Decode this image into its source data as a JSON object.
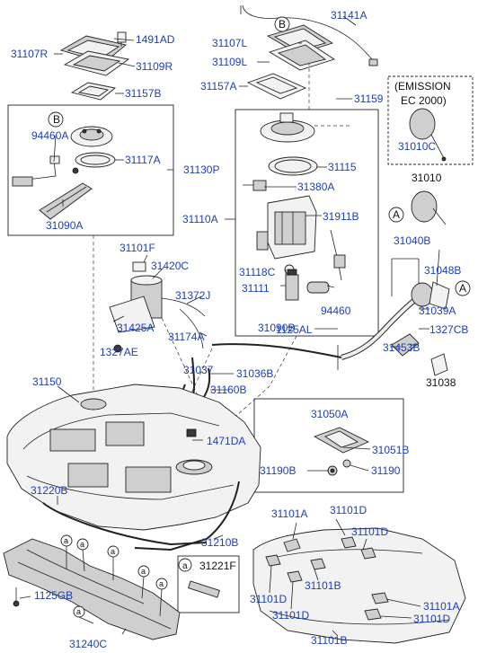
{
  "callout": {
    "emission_line1": "(EMISSION",
    "emission_line2": "EC 2000)",
    "ref_a": "a",
    "ref_a_part": "31221F"
  },
  "markers": {
    "A": "A",
    "B": "B"
  },
  "labels": {
    "p31141A": "31141A",
    "p31107R": "31107R",
    "p1491AD": "1491AD",
    "p31109R": "31109R",
    "p31157B": "31157B",
    "p31107L": "31107L",
    "p31109L": "31109L",
    "p31157A": "31157A",
    "p31159": "31159",
    "p94460A": "94460A",
    "p31117A": "31117A",
    "p31130P": "31130P",
    "p31115": "31115",
    "p31010C": "31010C",
    "p31010": "31010",
    "p31380A": "31380A",
    "p31090A": "31090A",
    "p31110A": "31110A",
    "p31911B": "31911B",
    "p31101F": "31101F",
    "p31420C": "31420C",
    "p31040B": "31040B",
    "p31048B": "31048B",
    "p31118C": "31118C",
    "p31372J": "31372J",
    "p31111": "31111",
    "p31090B": "31090B",
    "p94460": "94460",
    "p31039A": "31039A",
    "p31174A": "31174A",
    "p31425A": "31425A",
    "p1125AL": "1125AL",
    "p1327CB": "1327CB",
    "p1327AE": "1327AE",
    "p31453B": "31453B",
    "p31037": "31037",
    "p31150": "31150",
    "p31036B": "31036B",
    "p31038": "31038",
    "p31160B": "31160B",
    "p31050A": "31050A",
    "p1471DA": "1471DA",
    "p31051B": "31051B",
    "p31190B": "31190B",
    "p31190": "31190",
    "p31220B": "31220B",
    "p31101A_1": "31101A",
    "p31101D_1": "31101D",
    "p31101D_2": "31101D",
    "p31210B": "31210B",
    "p1125GB": "1125GB",
    "p31101D_3": "31101D",
    "p31101B_1": "31101B",
    "p31101A_2": "31101A",
    "p31101D_4": "31101D",
    "p31101D_5": "31101D",
    "p31240C": "31240C",
    "p31101B_2": "31101B"
  }
}
